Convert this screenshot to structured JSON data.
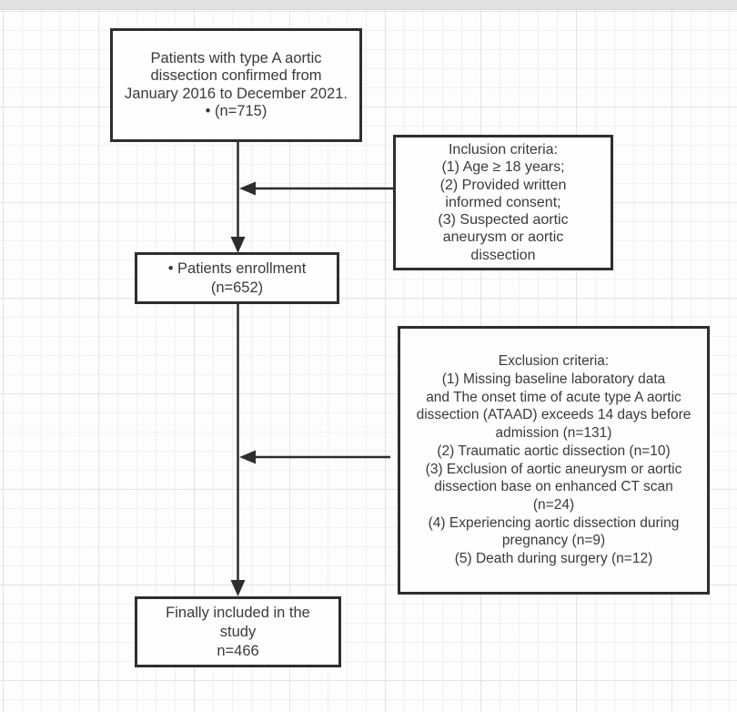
{
  "nodes": {
    "top": {
      "lines": [
        "Patients with type A aortic",
        "dissection confirmed from",
        "January 2016 to December 2021.",
        "•  (n=715)"
      ]
    },
    "inclusion": {
      "lines": [
        "Inclusion criteria:",
        "(1) Age ≥ 18 years;",
        "(2) Provided written",
        "informed consent;",
        "(3) Suspected aortic",
        "aneurysm or aortic",
        "dissection"
      ]
    },
    "enrollment": {
      "lines": [
        "•  Patients enrollment",
        "(n=652)"
      ]
    },
    "exclusion": {
      "lines": [
        "Exclusion criteria:",
        "(1) Missing baseline laboratory data",
        "and The onset time of acute type A aortic",
        "dissection (ATAAD) exceeds 14 days before",
        "admission (n=131)",
        "(2) Traumatic aortic dissection (n=10)",
        "(3) Exclusion of aortic aneurysm or aortic",
        "dissection base on enhanced CT scan",
        "(n=24)",
        "(4) Experiencing aortic dissection during",
        "pregnancy (n=9)",
        "(5) Death during surgery (n=12)"
      ]
    },
    "final": {
      "lines": [
        "Finally included in the",
        "study",
        "n=466"
      ]
    }
  },
  "colors": {
    "box_border": "#2e2e2e",
    "arrow": "#2d2d2d",
    "text": "#3a3a3a",
    "grid_minor": "#f0f0f0",
    "grid_major": "#e3e3e3",
    "top_strip": "#e2e2e2",
    "background": "#fdfdfd"
  }
}
